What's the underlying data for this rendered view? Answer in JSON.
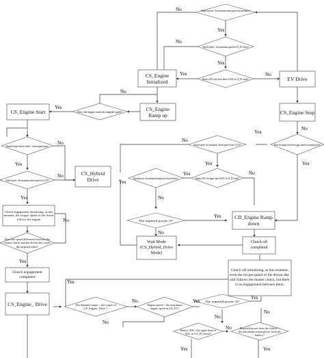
{
  "nodes": {
    "d_required_power_max_top": "Required power> the maximum output power from the battery?",
    "d_vehicle_speed_max_ev": "Vehicle speed > the maximum speed in CS_EV Drive?",
    "d_battery_soc_lower": "Battery SOC<the lower limit of SOC in CS_EV mode?",
    "b_cs_engine_initialized": "CS_Engine Initialized",
    "b_ev_drive": "EV Drive",
    "d_drive_engine_reach": "Drive the engine reach the targeted speed?",
    "b_cs_engine_ramp_up": "CS_Engine Ramp up",
    "b_cs_engine_start": "CS_Engine Start",
    "b_cs_engine_stop": "CS_Engine Stop",
    "d_required_torque": "Required torque from the vehicle < current engine torque?",
    "d_vehicle_speed_cs_ev": "Vehicle speed > the maximum vehicle speed in CS_EV?",
    "b_cs_hybrid_drive": "CS_Hybrid Drive",
    "d_vehicle_speed_max_right": "Vehicle speed> the maximum vehicle speed in the CS_EV?",
    "d_engine_reach_trigger": "Does the engine reach the trigger speed for shutting down?",
    "d_required_power_discharge": "Required power> the maximum discharge power from the battery?",
    "d_battery_soc_upper": "Battery SOC>the upper limit of SOC in CS_EV mode?",
    "b_clutch_engagement": "Clutch engagement initializing, at this moment, the torque/ speed of the clutch follows the engine",
    "d_speed_difference": "Does the speed difference between the master clutch and the driven disc reach the targeted value?",
    "d_required_power_zero": "The required power<0?",
    "b_cd_engine_ramp_down": "CD_Engine Ramp down",
    "b_wait_mode": "Wait Mode (CS_Hybrid_Drive Mode)",
    "b_clutch_off_completed": "Clutch off completed",
    "b_clutch_engagement_completed": "Clutch engagement completed",
    "b_clutch_off_initializing": "Clutch off initializing, at this moment, even the torque/speed of the driven disc still follows the master clutch, but there is no engagement between them.",
    "b_cs_engine_drive": "CS_Engine_ Drive",
    "d_demand_torque": "The demand torque > the torque of CS_Engine_Drive ?",
    "d_engine_speed_max": "Engine speed > the maximum engine speed in CS_EV?",
    "d_required_power_zero_bottom": "The required power<0?",
    "d_battery_soc_upper_bottom": "Battery SOC>the upper limit of SOC in CS_EV mode?",
    "d_required_power_max_bottom": "Required power from the vehicle > the maximum output power from the battery?"
  },
  "labels": {
    "yes": "Yes",
    "no": "No"
  }
}
